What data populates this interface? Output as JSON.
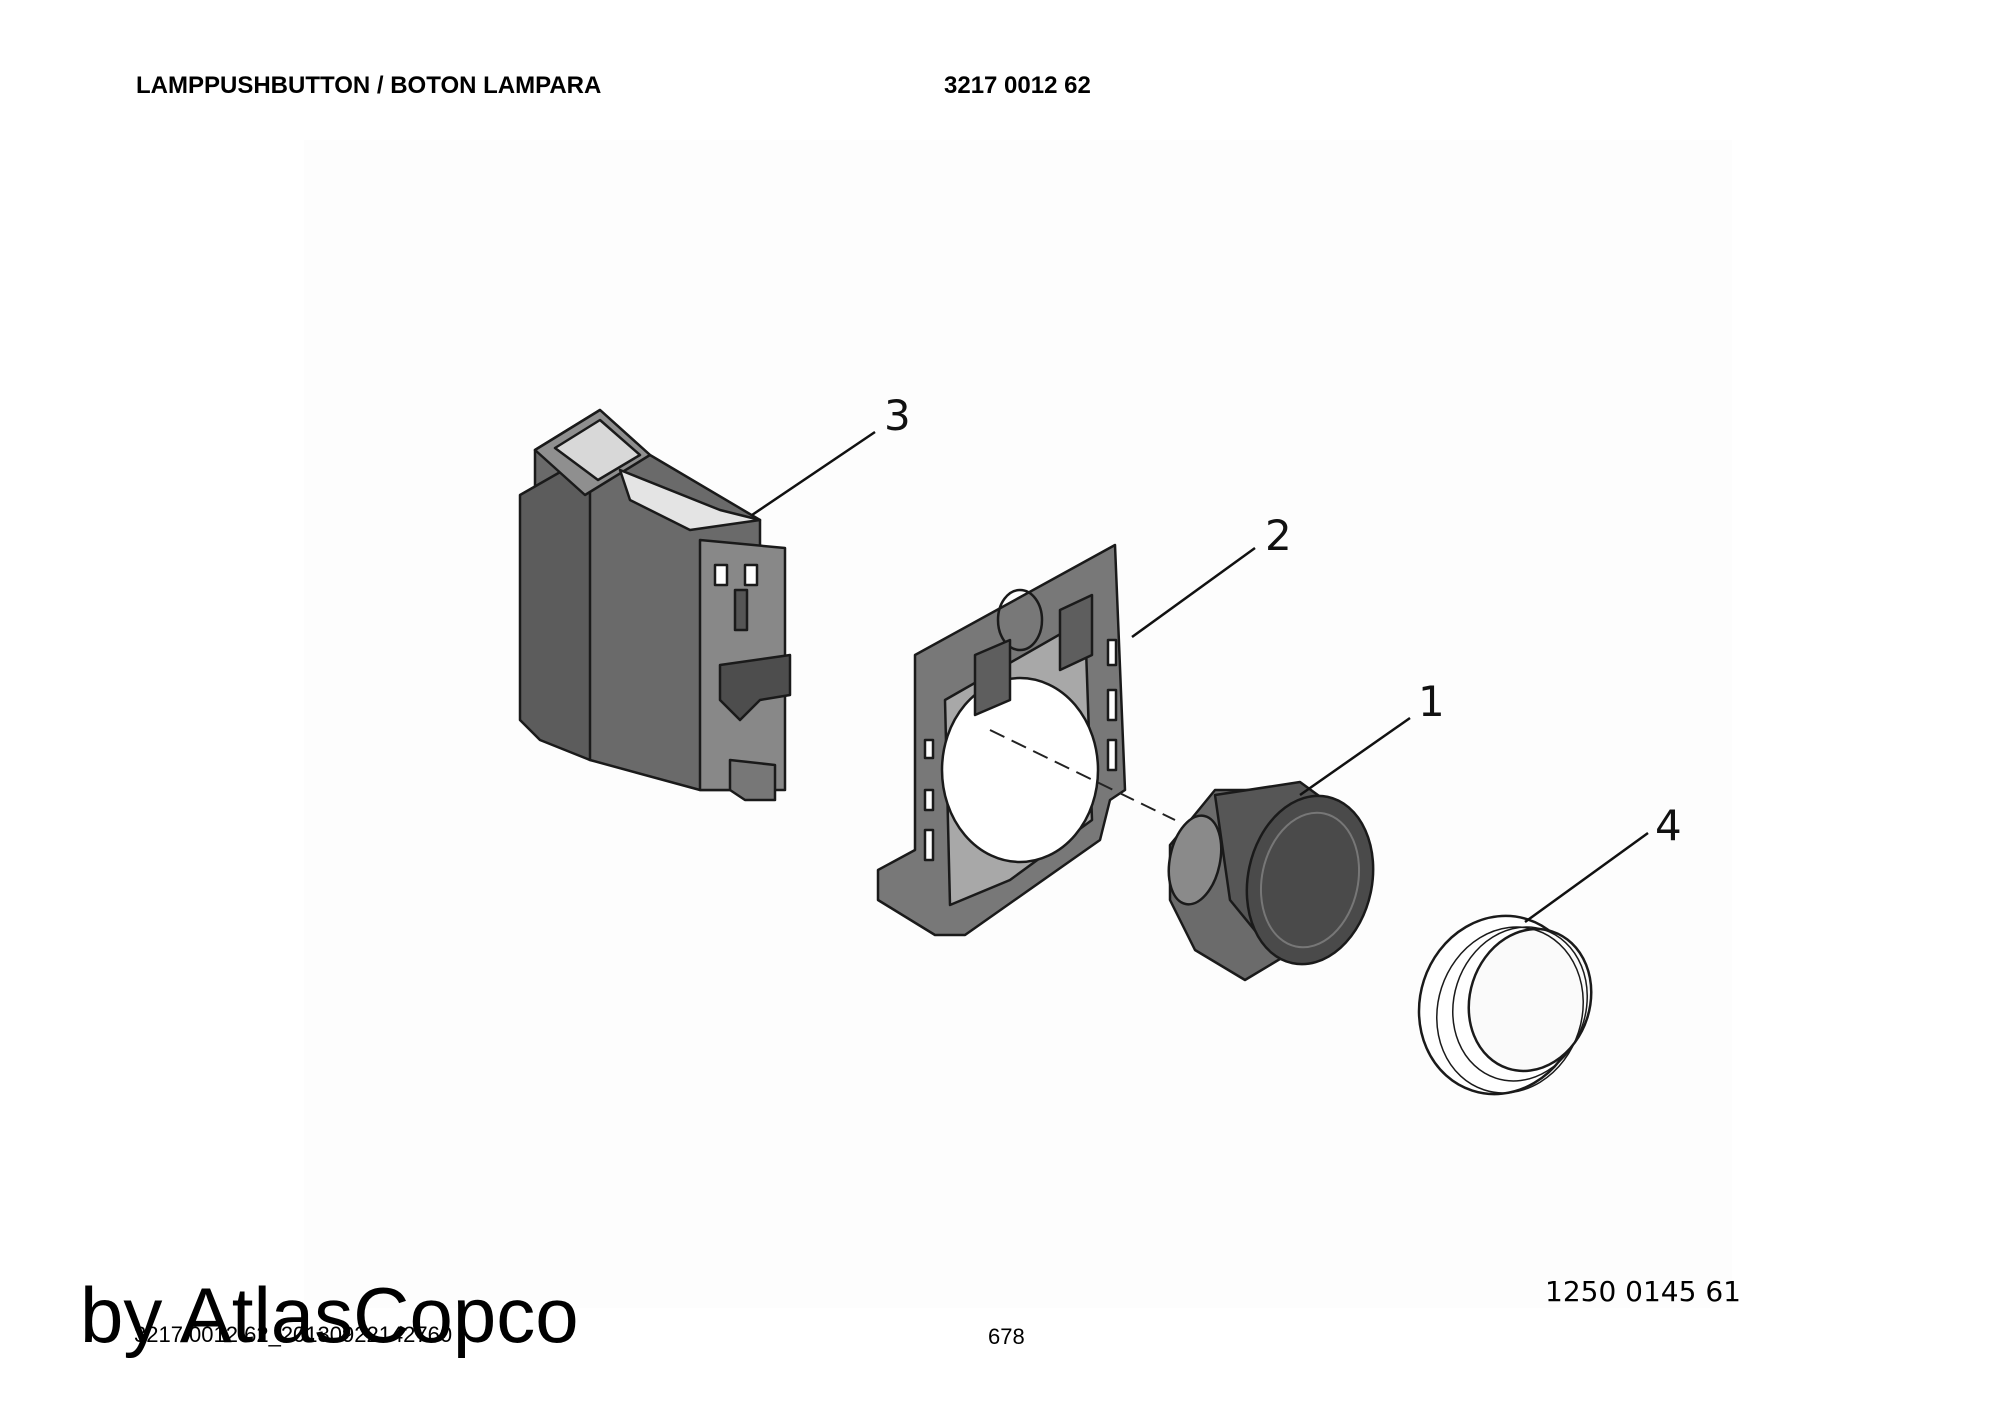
{
  "header": {
    "title": "LAMPPUSHBUTTON / BOTON LAMPARA",
    "part_number": "3217 0012 62"
  },
  "drawing": {
    "callouts": [
      "3",
      "2",
      "1",
      "4"
    ],
    "drawing_number": "1250 0145 61"
  },
  "footer": {
    "file_id": "3217 0012 62_20130922142760",
    "page_number": "678",
    "watermark": "by AtlasCopco"
  }
}
